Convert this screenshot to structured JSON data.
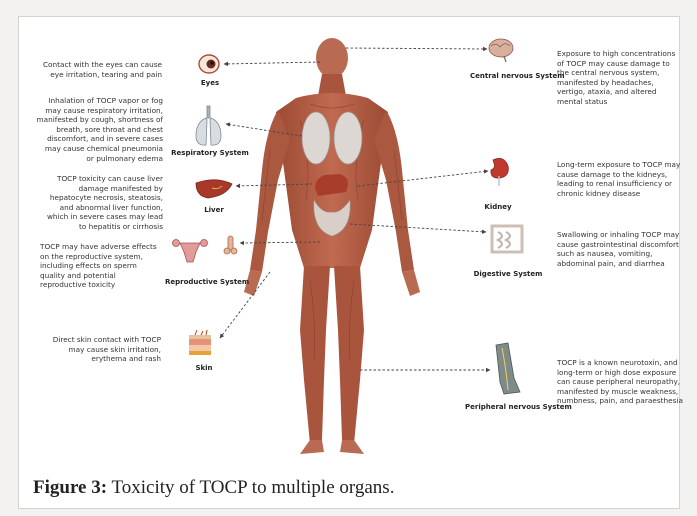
{
  "organs": {
    "eyes": {
      "label": "Eyes",
      "text": "Contact with the eyes can cause eye irritation, tearing and pain"
    },
    "respiratory": {
      "label": "Respiratory System",
      "text": "Inhalation of TOCP vapor or fog may cause respiratory irritation, manifested by cough, shortness of breath, sore throat and chest discomfort, and in severe cases may cause chemical pneumonia or pulmonary edema"
    },
    "liver": {
      "label": "Liver",
      "text": "TOCP toxicity can cause liver damage manifested by hepatocyte necrosis, steatosis, and abnormal liver function, which in severe cases may lead to hepatitis or cirrhosis"
    },
    "reproductive": {
      "label": "Reproductive System",
      "text": "TOCP may have adverse effects on the reproductive system, including effects on sperm quality and potential reproductive toxicity"
    },
    "skin": {
      "label": "Skin",
      "text": "Direct skin contact with TOCP may cause skin irritation, erythema and rash"
    },
    "cns": {
      "label": "Central nervous System",
      "text": "Exposure to high concentrations of TOCP may cause damage to the central nervous system, manifested by headaches, vertigo, ataxia, and altered mental status"
    },
    "kidney": {
      "label": "Kidney",
      "text": "Long-term exposure to TOCP may cause damage to the kidneys, leading to renal insufficiency or chronic kidney disease"
    },
    "digestive": {
      "label": "Digestive System",
      "text": "Swallowing or inhaling TOCP may cause gastrointestinal discomfort such as nausea, vomiting, abdominal pain, and diarrhea"
    },
    "pns": {
      "label": "Peripheral nervous System",
      "text": "TOCP is a known neurotoxin, and long-term or high dose exposure can cause peripheral neuropathy, manifested by muscle weakness, numbness, pain, and paraesthesia"
    }
  },
  "caption": {
    "prefix": "Figure 3:",
    "text": "Toxicity of TOCP to multiple organs."
  },
  "colors": {
    "muscle": "#b8624a",
    "muscle_dark": "#8a3f2c",
    "organ": "#d4d0cc",
    "liver": "#b0402c",
    "kidney": "#c2463a",
    "brain": "#d8b8a8",
    "arrow": "#444444"
  }
}
